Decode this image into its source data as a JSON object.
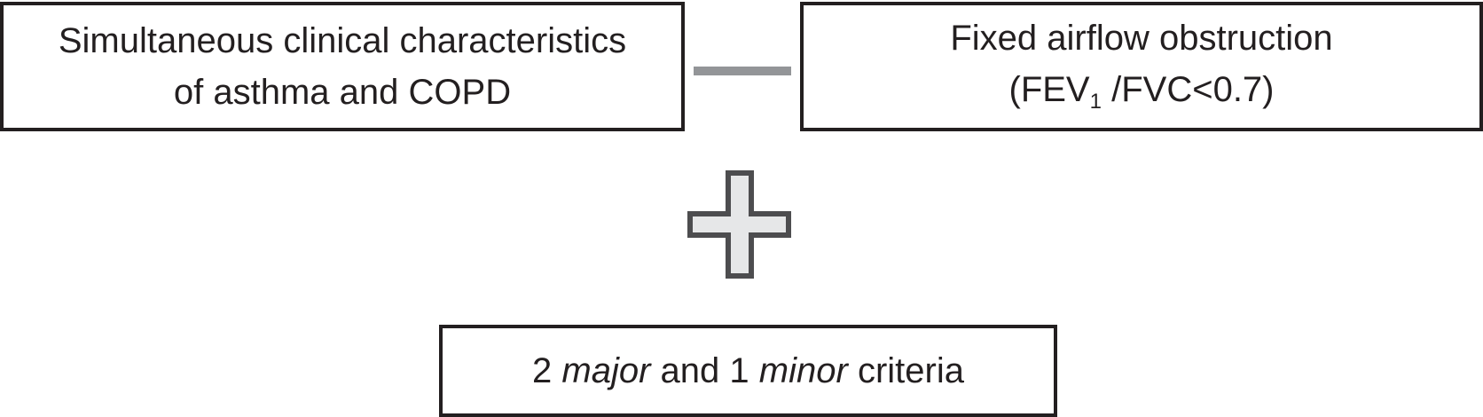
{
  "left_box": {
    "line1": "Simultaneous clinical characteristics",
    "line2": "of asthma and COPD"
  },
  "right_box": {
    "line1": "Fixed airflow obstruction",
    "open": "(FEV",
    "sub": "1",
    "rest": " /FVC<0.7)"
  },
  "bottom_box": {
    "n_major": "2",
    "major": "major",
    "and": "and",
    "n_minor": "1",
    "minor": "minor",
    "criteria": "criteria"
  },
  "colors": {
    "text": "#231f20",
    "connector": "#939598",
    "plus_fill": "#e6e7e8",
    "plus_stroke": "#4d4d4f"
  }
}
